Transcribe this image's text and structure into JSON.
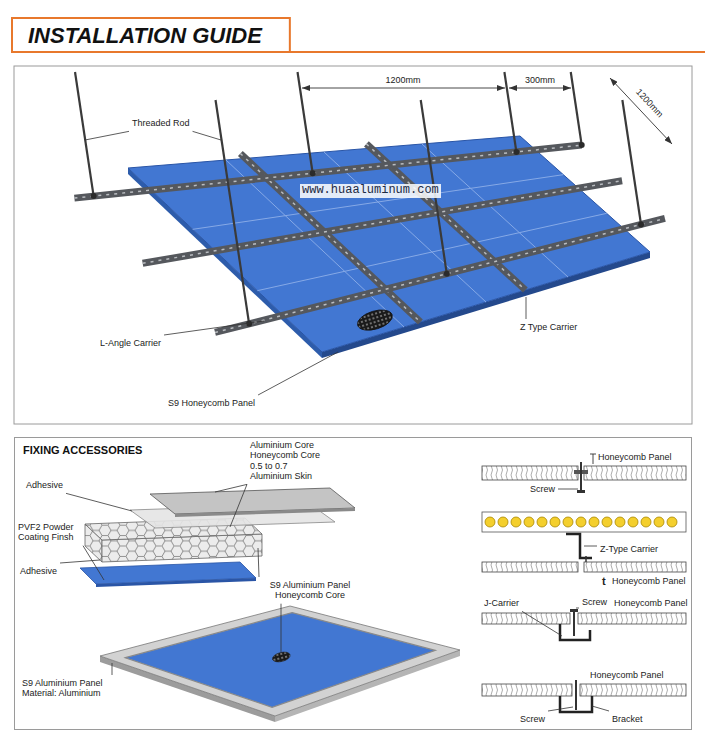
{
  "diagram": {
    "title": "INSTALLATION GUIDE",
    "nodes": [
      {
        "text": [
          "FIXING ACCESSORIES"
        ]
      }
    ],
    "labels": [
      "Threaded Rod",
      "1200mm",
      "300mm",
      "1200mm",
      "www.huaaluminum.com",
      "L-Angle Carrier",
      "Z Type Carrier",
      "S9 Honeycomb Panel",
      "Aluminium Core Honeycomb Core 0.5 to 0.7 Aluminium Skin",
      "Adhesive",
      "PVF2 Powder Coating Finsh",
      "Adhesive",
      "S9 Aluminium Panel Honeycomb Core",
      "S9 Aluminium Panel Material: Aluminium",
      "Honeycomb Panel",
      "Screw",
      "Z-Type Carrier",
      "t",
      "Honeycomb Panel",
      "J-Carrier",
      "Screw",
      "Honeycomb Panel",
      "Honeycomb Panel",
      "Screw",
      "Bracket"
    ]
  }
}
